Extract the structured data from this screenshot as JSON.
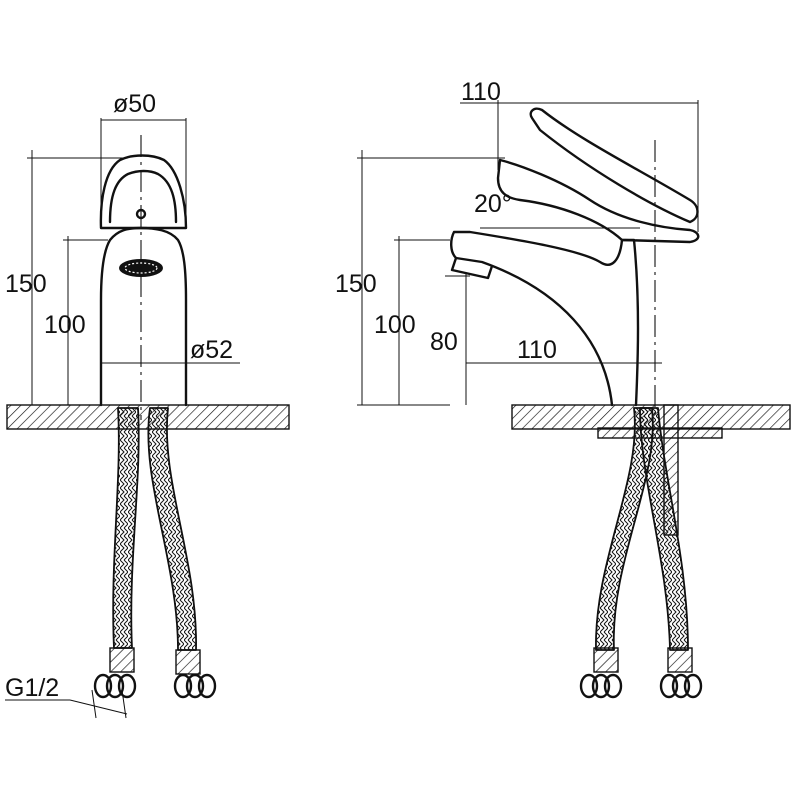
{
  "front_view": {
    "dim_top_diameter": "ø50",
    "dim_height_total": "150",
    "dim_height_spout": "100",
    "dim_base_diameter": "ø52",
    "thread_label": "G1/2"
  },
  "side_view": {
    "dim_lever_reach": "110",
    "dim_lever_angle": "20°",
    "dim_height_total": "150",
    "dim_height_spout": "100",
    "dim_height_outlet": "80",
    "dim_spout_reach": "110"
  }
}
